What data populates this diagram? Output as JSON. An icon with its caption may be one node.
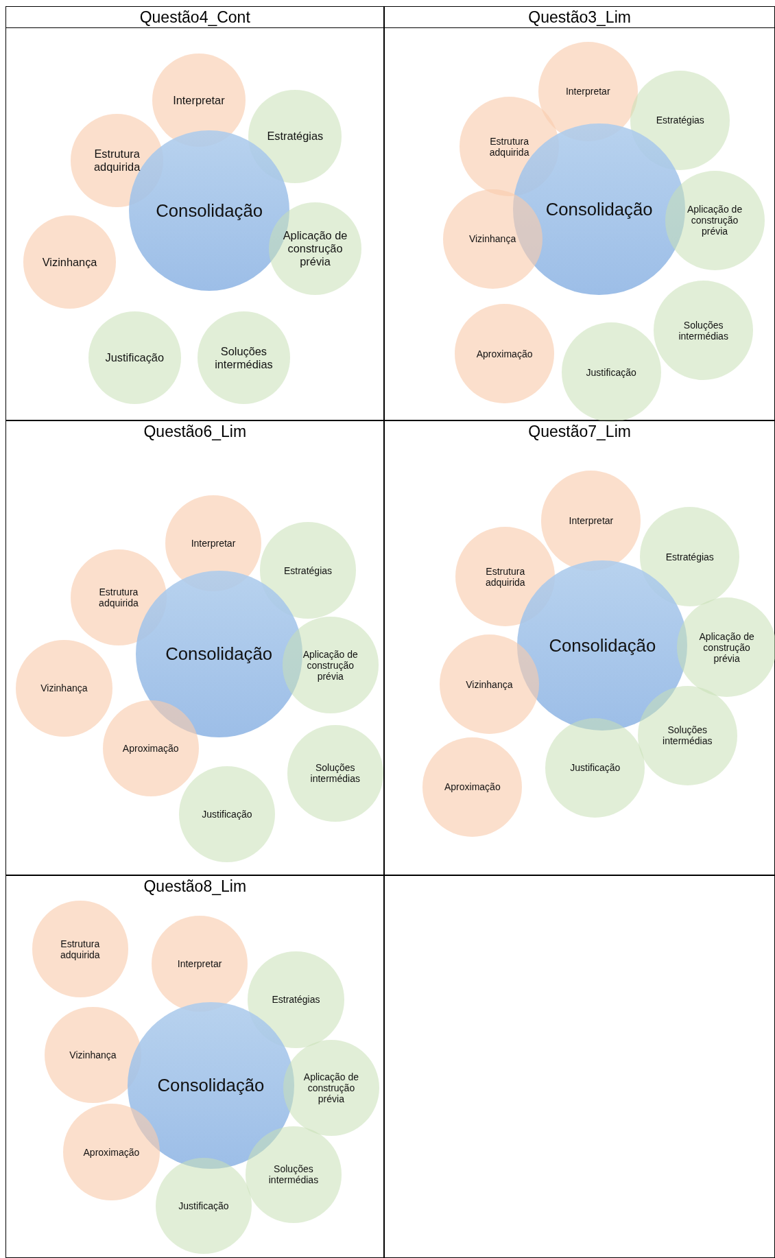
{
  "diagram": {
    "nodes": [
      {
        "text": [
          "Questão4_Cont"
        ]
      },
      {
        "text": [
          "Interpretar"
        ],
        "in": 0
      },
      {
        "text": [
          "Estratégias"
        ],
        "in": 0
      },
      {
        "text": [
          "Estrutura adquirida"
        ],
        "in": 0
      },
      {
        "text": [
          "Consolidação"
        ],
        "in": 0
      },
      {
        "text": [
          "Aplicação de construção prévia"
        ],
        "in": 0
      },
      {
        "text": [
          "Vizinhança"
        ],
        "in": 0
      },
      {
        "text": [
          "Justificação"
        ],
        "in": 0
      },
      {
        "text": [
          "Soluções intermédias"
        ],
        "in": 0
      },
      {
        "text": [
          "Questão3_Lim"
        ]
      },
      {
        "text": [
          "Interpretar"
        ],
        "in": 9
      },
      {
        "text": [
          "Estratégias"
        ],
        "in": 9
      },
      {
        "text": [
          "Estrutura adquirida"
        ],
        "in": 9
      },
      {
        "text": [
          "Consolidação"
        ],
        "in": 9
      },
      {
        "text": [
          "Aplicação de construção prévia"
        ],
        "in": 9
      },
      {
        "text": [
          "Vizinhança"
        ],
        "in": 9
      },
      {
        "text": [
          "Soluções intermédias"
        ],
        "in": 9
      },
      {
        "text": [
          "Aproximação"
        ],
        "in": 9
      },
      {
        "text": [
          "Justificação"
        ],
        "in": 9
      },
      {
        "text": [
          "Questão6_Lim"
        ]
      },
      {
        "text": [
          "Interpretar"
        ],
        "in": 19
      },
      {
        "text": [
          "Estratégias"
        ],
        "in": 19
      },
      {
        "text": [
          "Estrutura adquirida"
        ],
        "in": 19
      },
      {
        "text": [
          "Consolidação"
        ],
        "in": 19
      },
      {
        "text": [
          "Aplicação de construção prévia"
        ],
        "in": 19
      },
      {
        "text": [
          "Vizinhança"
        ],
        "in": 19
      },
      {
        "text": [
          "Aproximação"
        ],
        "in": 19
      },
      {
        "text": [
          "Soluções intermédias"
        ],
        "in": 19
      },
      {
        "text": [
          "Justificação"
        ],
        "in": 19
      },
      {
        "text": [
          "Questão7_Lim"
        ]
      },
      {
        "text": [
          "Interpretar"
        ],
        "in": 29
      },
      {
        "text": [
          "Estratégias"
        ],
        "in": 29
      },
      {
        "text": [
          "Estrutura adquirida"
        ],
        "in": 29
      },
      {
        "text": [
          "Consolidação"
        ],
        "in": 29
      },
      {
        "text": [
          "Aplicação de construção prévia"
        ],
        "in": 29
      },
      {
        "text": [
          "Vizinhança"
        ],
        "in": 29
      },
      {
        "text": [
          "Soluções intermédias"
        ],
        "in": 29
      },
      {
        "text": [
          "Justificação"
        ],
        "in": 29
      },
      {
        "text": [
          "Aproximação"
        ],
        "in": 29
      },
      {
        "text": [
          "Questão8_Lim"
        ]
      },
      {
        "text": [
          "Estrutura adquirida"
        ],
        "in": 39
      },
      {
        "text": [
          "Interpretar"
        ],
        "in": 39
      },
      {
        "text": [
          "Estratégias"
        ],
        "in": 39
      },
      {
        "text": [
          "Vizinhança"
        ],
        "in": 39
      },
      {
        "text": [
          "Consolidação"
        ],
        "in": 39
      },
      {
        "text": [
          "Aplicação de construção prévia"
        ],
        "in": 39
      },
      {
        "text": [
          "Aproximação"
        ],
        "in": 39
      },
      {
        "text": [
          "Soluções intermédias"
        ],
        "in": 39
      },
      {
        "text": [
          "Justificação"
        ],
        "in": 39
      }
    ],
    "edges": []
  }
}
